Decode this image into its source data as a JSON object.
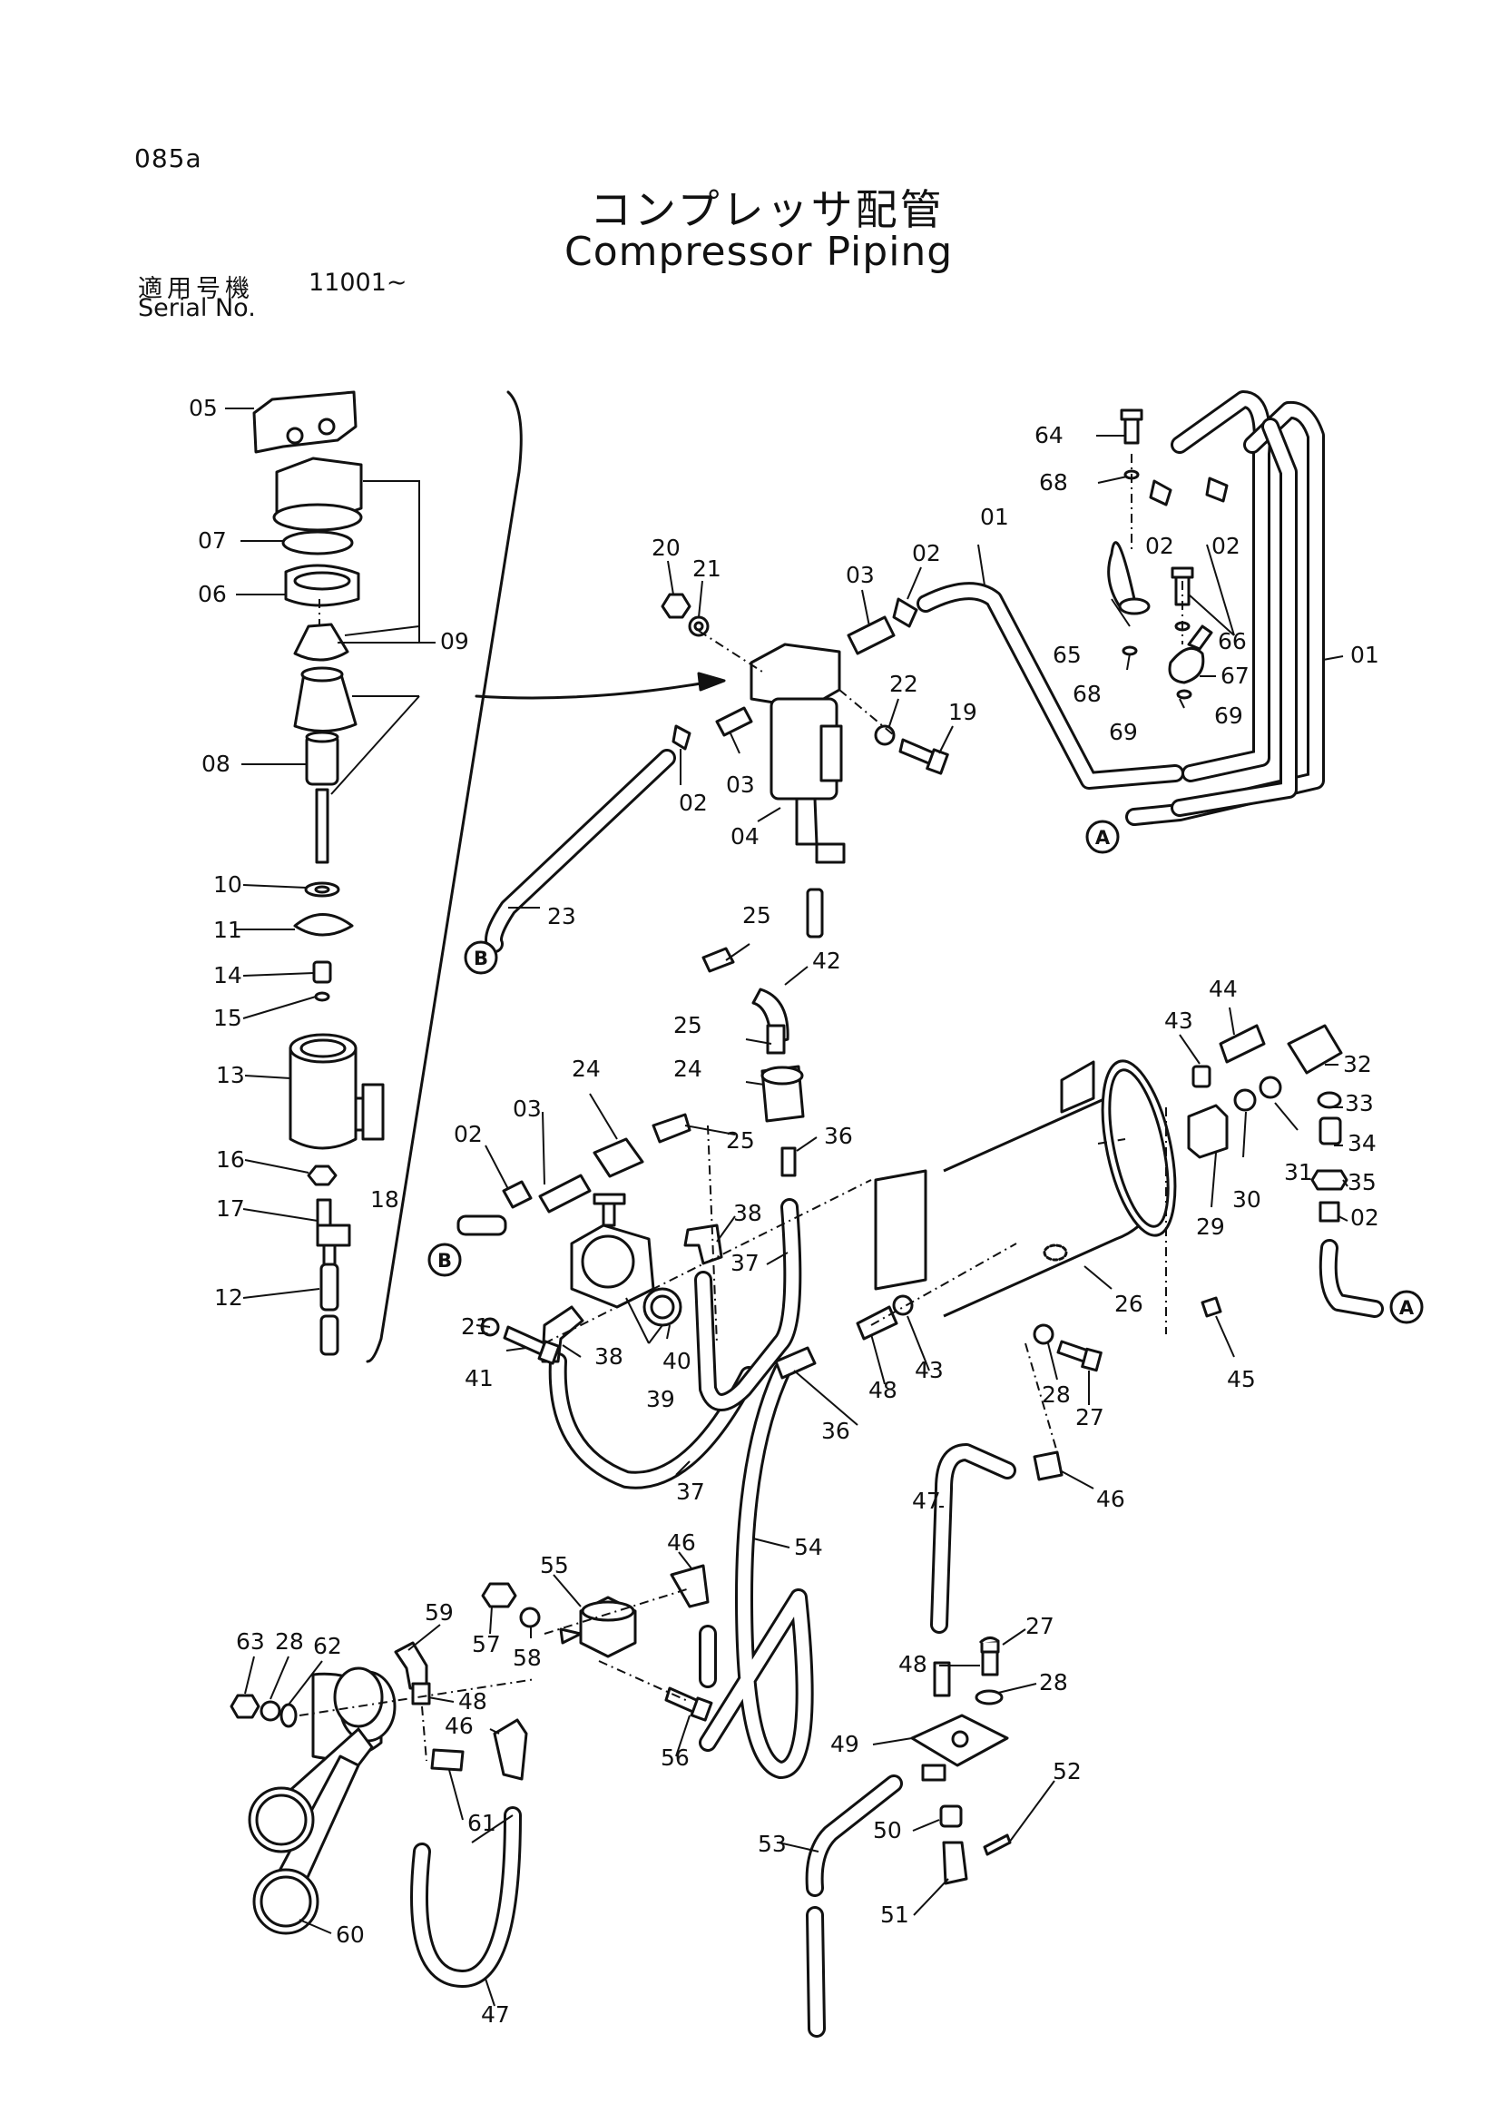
{
  "header": {
    "page_code": "085a",
    "title_jp": "コンプレッサ配管",
    "title_en": "Compressor Piping",
    "serial_label_jp": "適用号機",
    "serial_range": "11001~",
    "serial_label_en": "Serial No."
  },
  "refs": {
    "A": "A",
    "B": "B"
  },
  "labels": {
    "l01a": "01",
    "l01b": "01",
    "l02a": "02",
    "l02b": "02",
    "l02c": "02",
    "l02d": "02",
    "l02e": "02",
    "l02f": "02",
    "l03a": "03",
    "l03b": "03",
    "l03c": "03",
    "l04": "04",
    "l05": "05",
    "l06": "06",
    "l07": "07",
    "l08": "08",
    "l09": "09",
    "l10": "10",
    "l11": "11",
    "l12": "12",
    "l13": "13",
    "l14": "14",
    "l15": "15",
    "l16": "16",
    "l17": "17",
    "l18": "18",
    "l19": "19",
    "l20": "20",
    "l21a": "21",
    "l21b": "21",
    "l22": "22",
    "l23": "23",
    "l24a": "24",
    "l24b": "24",
    "l25a": "25",
    "l25b": "25",
    "l25c": "25",
    "l26": "26",
    "l27a": "27",
    "l27b": "27",
    "l28a": "28",
    "l28b": "28",
    "l28c": "28",
    "l29": "29",
    "l30": "30",
    "l31": "31",
    "l32": "32",
    "l33": "33",
    "l34": "34",
    "l35": "35",
    "l36a": "36",
    "l36b": "36",
    "l37a": "37",
    "l37b": "37",
    "l38a": "38",
    "l38b": "38",
    "l39": "39",
    "l40": "40",
    "l41": "41",
    "l42": "42",
    "l43a": "43",
    "l43b": "43",
    "l44": "44",
    "l45": "45",
    "l46a": "46",
    "l46b": "46",
    "l46c": "46",
    "l47a": "47",
    "l47b": "47",
    "l48a": "48",
    "l48b": "48",
    "l48c": "48",
    "l49": "49",
    "l50": "50",
    "l51": "51",
    "l52": "52",
    "l53": "53",
    "l54": "54",
    "l55": "55",
    "l56": "56",
    "l57": "57",
    "l58": "58",
    "l59": "59",
    "l60": "60",
    "l61": "61",
    "l62": "62",
    "l63": "63",
    "l64": "64",
    "l65": "65",
    "l66": "66",
    "l67": "67",
    "l68a": "68",
    "l68b": "68",
    "l69a": "69",
    "l69b": "69"
  }
}
